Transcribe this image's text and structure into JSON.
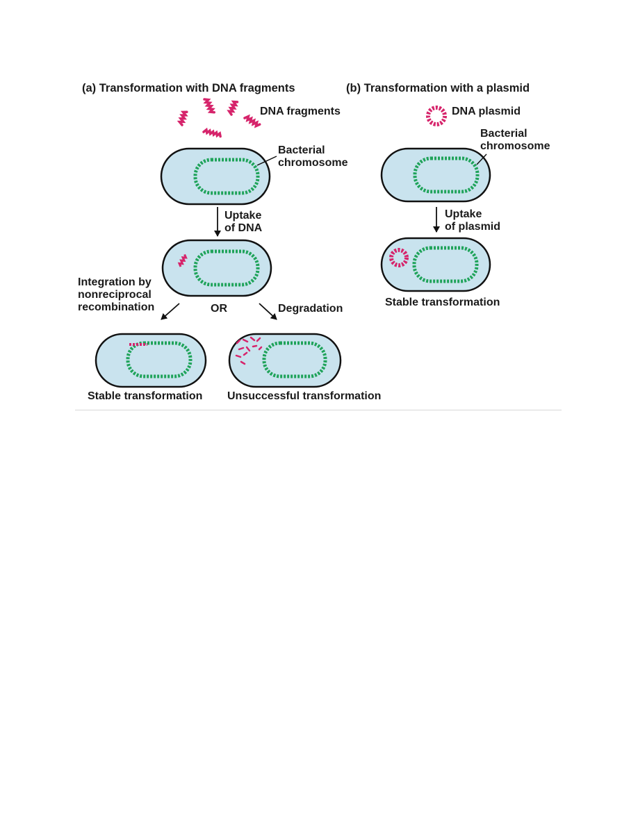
{
  "panel_a": {
    "heading": "(a)  Transformation with DNA fragments",
    "dna_fragments": "DNA fragments",
    "bacterial_chromosome": [
      "Bacterial",
      "chromosome"
    ],
    "uptake": [
      "Uptake",
      "of DNA"
    ],
    "integration": [
      "Integration by",
      "nonreciprocal",
      "recombination"
    ],
    "or": "OR",
    "degradation": "Degradation",
    "stable": "Stable transformation",
    "unsuccessful": "Unsuccessful transformation"
  },
  "panel_b": {
    "heading": "(b)  Transformation with a plasmid",
    "dna_plasmid": "DNA plasmid",
    "bacterial_chromosome": [
      "Bacterial",
      "chromosome"
    ],
    "uptake": [
      "Uptake",
      "of plasmid"
    ],
    "stable": "Stable transformation"
  },
  "colors": {
    "cell_fill": "#c9e3ee",
    "cell_stroke": "#111111",
    "chromosome": "#1fa35a",
    "dna": "#d6246b"
  }
}
